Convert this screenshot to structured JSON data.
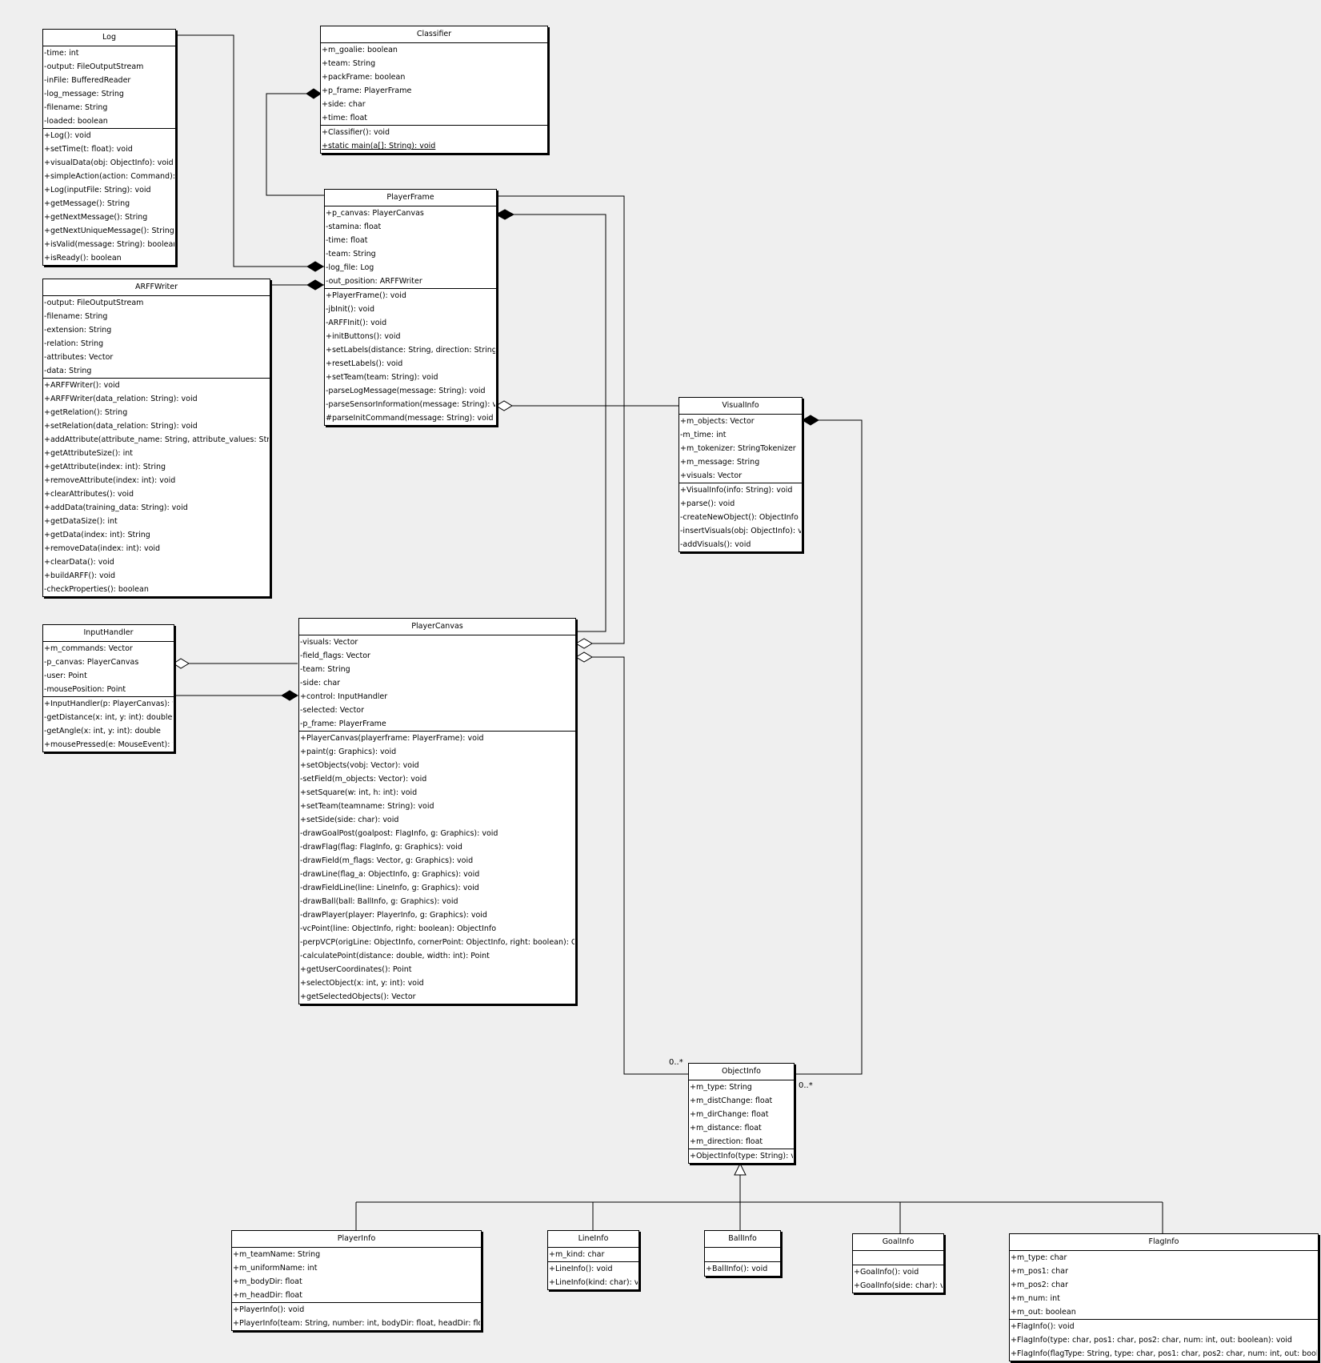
{
  "classes": [
    {
      "id": "log",
      "name": "Log",
      "attributes": [
        "-time: int",
        "-output: FileOutputStream",
        "-inFile: BufferedReader",
        "-log_message: String",
        "-filename: String",
        "-loaded: boolean"
      ],
      "methods": [
        "+Log(): void",
        "+setTime(t: float): void",
        "+visualData(obj: ObjectInfo): void",
        "+simpleAction(action: Command): void",
        "+Log(inputFile: String): void",
        "+getMessage(): String",
        "+getNextMessage(): String",
        "+getNextUniqueMessage(): String",
        "+isValid(message: String): boolean",
        "+isReady(): boolean"
      ]
    },
    {
      "id": "classifier",
      "name": "Classifier",
      "attributes": [
        "+m_goalie: boolean",
        "+team: String",
        "+packFrame: boolean",
        "+p_frame: PlayerFrame",
        "+side: char",
        "+time: float"
      ],
      "methods": [
        "+Classifier(): void",
        "+static main(a[]: String): void"
      ]
    },
    {
      "id": "playerframe",
      "name": "PlayerFrame",
      "attributes": [
        "+p_canvas: PlayerCanvas",
        "-stamina: float",
        "-time: float",
        "-team: String",
        "-log_file: Log",
        "-out_position: ARFFWriter"
      ],
      "methods": [
        "+PlayerFrame(): void",
        "-jbInit(): void",
        "-ARFFInit(): void",
        "+initButtons(): void",
        "+setLabels(distance: String, direction: String): void",
        "+resetLabels(): void",
        "+setTeam(team: String): void",
        "-parseLogMessage(message: String): void",
        "-parseSensorInformation(message: String): void",
        "#parseInitCommand(message: String): void"
      ]
    },
    {
      "id": "arffwriter",
      "name": "ARFFWriter",
      "attributes": [
        "-output: FileOutputStream",
        "-filename: String",
        "-extension: String",
        "-relation: String",
        "-attributes: Vector",
        "-data: String"
      ],
      "methods": [
        "+ARFFWriter(): void",
        "+ARFFWriter(data_relation: String): void",
        "+getRelation(): String",
        "+setRelation(data_relation: String): void",
        "+addAttribute(attribute_name: String, attribute_values: String): void",
        "+getAttributeSize(): int",
        "+getAttribute(index: int): String",
        "+removeAttribute(index: int): void",
        "+clearAttributes(): void",
        "+addData(training_data: String): void",
        "+getDataSize(): int",
        "+getData(index: int): String",
        "+removeData(index: int): void",
        "+clearData(): void",
        "+buildARFF(): void",
        "-checkProperties(): boolean"
      ]
    },
    {
      "id": "visualinfo",
      "name": "VisualInfo",
      "attributes": [
        "+m_objects: Vector",
        "-m_time: int",
        "+m_tokenizer: StringTokenizer",
        "+m_message: String",
        "+visuals: Vector"
      ],
      "methods": [
        "+VisualInfo(info: String): void",
        "+parse(): void",
        "-createNewObject(): ObjectInfo",
        "-insertVisuals(obj: ObjectInfo): void",
        "-addVisuals(): void"
      ]
    },
    {
      "id": "inputhandler",
      "name": "InputHandler",
      "attributes": [
        "+m_commands: Vector",
        "-p_canvas: PlayerCanvas",
        "-user: Point",
        "-mousePosition: Point"
      ],
      "methods": [
        "+InputHandler(p: PlayerCanvas): void",
        "-getDistance(x: int, y: int): double",
        "-getAngle(x: int, y: int): double",
        "+mousePressed(e: MouseEvent): void"
      ]
    },
    {
      "id": "playercanvas",
      "name": "PlayerCanvas",
      "attributes": [
        "-visuals: Vector",
        "-field_flags: Vector",
        "-team: String",
        "-side: char",
        "+control: InputHandler",
        "-selected: Vector",
        "-p_frame: PlayerFrame"
      ],
      "methods": [
        "+PlayerCanvas(playerframe: PlayerFrame): void",
        "+paint(g: Graphics): void",
        "+setObjects(vobj: Vector): void",
        "-setField(m_objects: Vector): void",
        "+setSquare(w: int, h: int): void",
        "+setTeam(teamname: String): void",
        "+setSide(side: char): void",
        "-drawGoalPost(goalpost: FlagInfo, g: Graphics): void",
        "-drawFlag(flag: FlagInfo, g: Graphics): void",
        "-drawField(m_flags: Vector, g: Graphics): void",
        "-drawLine(flag_a: ObjectInfo, g: Graphics): void",
        "-drawFieldLine(line: LineInfo, g: Graphics): void",
        "-drawBall(ball: BallInfo, g: Graphics): void",
        "-drawPlayer(player: PlayerInfo, g: Graphics): void",
        "-vcPoint(line: ObjectInfo, right: boolean): ObjectInfo",
        "-perpVCP(origLine: ObjectInfo, cornerPoint: ObjectInfo, right: boolean): ObjectInfo",
        "-calculatePoint(distance: double, width: int): Point",
        "+getUserCoordinates(): Point",
        "+selectObject(x: int, y: int): void",
        "+getSelectedObjects(): Vector"
      ]
    },
    {
      "id": "objectinfo",
      "name": "ObjectInfo",
      "attributes": [
        "+m_type: String",
        "+m_distChange: float",
        "+m_dirChange: float",
        "+m_distance: float",
        "+m_direction: float"
      ],
      "methods": [
        "+ObjectInfo(type: String): void"
      ]
    },
    {
      "id": "playerinfo",
      "name": "PlayerInfo",
      "attributes": [
        "+m_teamName: String",
        "+m_uniformName: int",
        "+m_bodyDir: float",
        "+m_headDir: float"
      ],
      "methods": [
        "+PlayerInfo(): void",
        "+PlayerInfo(team: String, number: int, bodyDir: float, headDir: float): void"
      ]
    },
    {
      "id": "lineinfo",
      "name": "LineInfo",
      "attributes": [
        "+m_kind: char"
      ],
      "methods": [
        "+LineInfo(): void",
        "+LineInfo(kind: char): void"
      ]
    },
    {
      "id": "ballinfo",
      "name": "BallInfo",
      "attributes": [],
      "methods": [
        "+BallInfo(): void"
      ]
    },
    {
      "id": "goalinfo",
      "name": "GoalInfo",
      "attributes": [],
      "methods": [
        "+GoalInfo(): void",
        "+GoalInfo(side: char): void"
      ]
    },
    {
      "id": "flaginfo",
      "name": "FlagInfo",
      "attributes": [
        "+m_type: char",
        "+m_pos1: char",
        "+m_pos2: char",
        "+m_num: int",
        "+m_out: boolean"
      ],
      "methods": [
        "+FlagInfo(): void",
        "+FlagInfo(type: char, pos1: char, pos2: char, num: int, out: boolean): void",
        "+FlagInfo(flagType: String, type: char, pos1: char, pos2: char, num: int, out: boolean): void"
      ]
    }
  ],
  "multiplicities": {
    "canvas_objects": "0..*",
    "visual_objects": "0..*"
  }
}
